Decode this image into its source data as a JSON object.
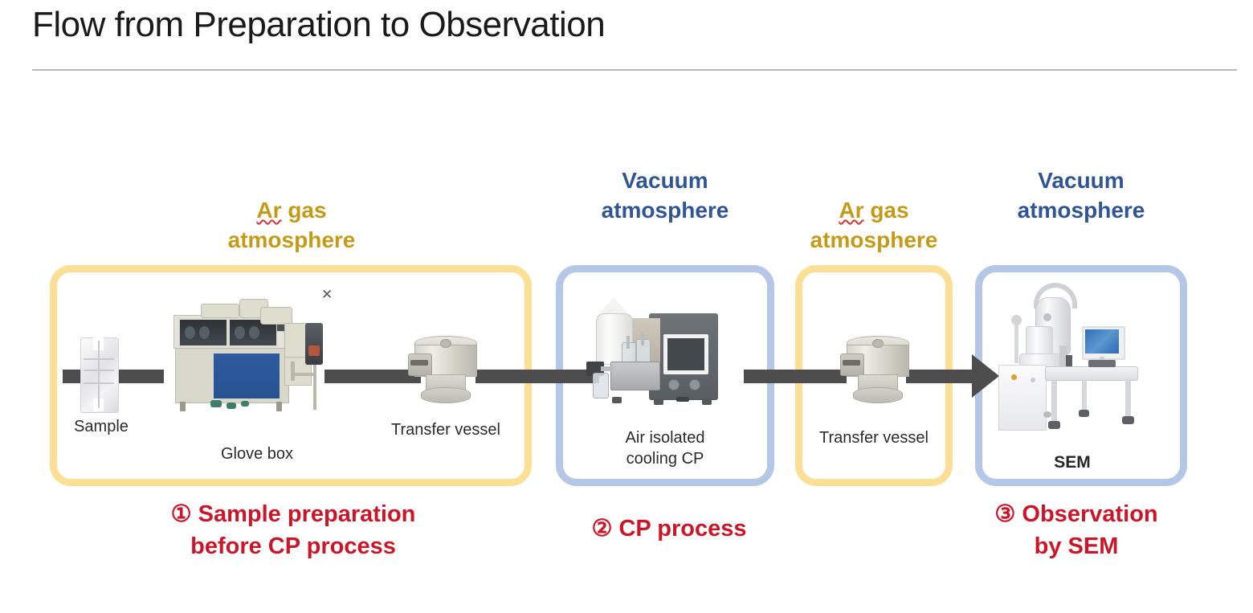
{
  "slide": {
    "title": "Flow from Preparation to Observation"
  },
  "atmospheres": [
    {
      "id": "ar-1",
      "label": "Ar gas\natmosphere",
      "prefix": "Ar",
      "rest": " gas\natmosphere",
      "type": "ar",
      "color": "#c49a16"
    },
    {
      "id": "vac-1",
      "label": "Vacuum\natmosphere",
      "prefix": "",
      "rest": "Vacuum\natmosphere",
      "type": "vacuum",
      "color": "#2f5597"
    },
    {
      "id": "ar-2",
      "label": "Ar gas\natmosphere",
      "prefix": "Ar",
      "rest": " gas\natmosphere",
      "type": "ar",
      "color": "#c49a16"
    },
    {
      "id": "vac-2",
      "label": "Vacuum\natmosphere",
      "prefix": "",
      "rest": "Vacuum\natmosphere",
      "type": "vacuum",
      "color": "#2f5597"
    }
  ],
  "panels": [
    {
      "id": "panel-1",
      "border_color": "#fbdf95"
    },
    {
      "id": "panel-2",
      "border_color": "#b4c7e7"
    },
    {
      "id": "panel-3",
      "border_color": "#fbdf95"
    },
    {
      "id": "panel-4",
      "border_color": "#b4c7e7"
    }
  ],
  "equipment": [
    {
      "id": "sample",
      "label": "Sample"
    },
    {
      "id": "glove-box",
      "label": "Glove box"
    },
    {
      "id": "transfer-vessel-1",
      "label": "Transfer vessel"
    },
    {
      "id": "cooling-cp",
      "label": "Air isolated\ncooling CP"
    },
    {
      "id": "transfer-vessel-2",
      "label": "Transfer vessel"
    },
    {
      "id": "sem",
      "label": "SEM"
    }
  ],
  "steps": [
    {
      "id": "step-1",
      "label": "① Sample preparation\nbefore CP process"
    },
    {
      "id": "step-2",
      "label": "② CP process"
    },
    {
      "id": "step-3",
      "label": "③ Observation\nby SEM"
    }
  ],
  "marks": {
    "footnote_symbol": "✕"
  },
  "colors": {
    "ar_gold": "#c49a16",
    "vacuum_blue": "#2f5597",
    "step_red": "#cc1628",
    "panel_yellow": "#fbdf95",
    "panel_blue": "#b4c7e7",
    "arrow_gray": "#4d4d4d"
  }
}
